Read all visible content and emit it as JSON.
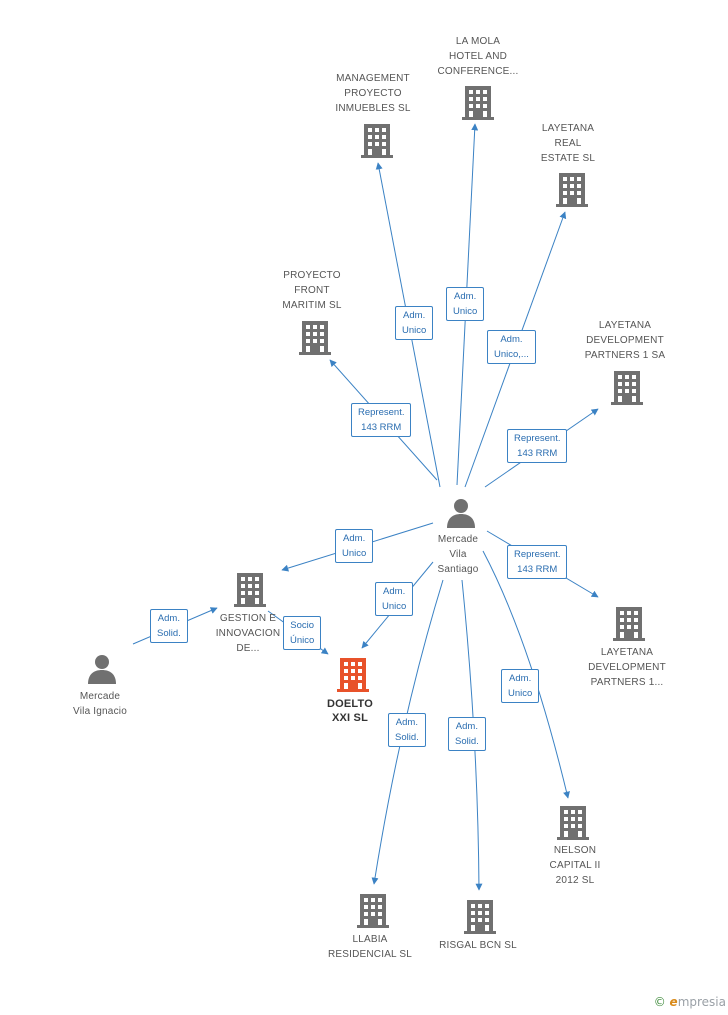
{
  "colors": {
    "company": "#707070",
    "focus_company": "#e8522a",
    "person": "#707070",
    "edge": "#3b82c4"
  },
  "nodes": {
    "center_person": {
      "label": "Mercade\nVila\nSantiago",
      "icon": "person-icon"
    },
    "ignacio": {
      "label": "Mercade\nVila Ignacio",
      "icon": "person-icon"
    },
    "doelto": {
      "label": "DOELTO\nXXI SL",
      "icon": "building-icon"
    },
    "la_mola": {
      "label": "LA MOLA\nHOTEL AND\nCONFERENCE...",
      "icon": "building-icon"
    },
    "management": {
      "label": "MANAGEMENT\nPROYECTO\nINMUEBLES SL",
      "icon": "building-icon"
    },
    "layetana_real": {
      "label": "LAYETANA\nREAL\nESTATE  SL",
      "icon": "building-icon"
    },
    "proyecto_front": {
      "label": "PROYECTO\nFRONT\nMARITIM  SL",
      "icon": "building-icon"
    },
    "layetana_dev_sa": {
      "label": "LAYETANA\nDEVELOPMENT\nPARTNERS 1 SA",
      "icon": "building-icon"
    },
    "gestion": {
      "label": "GESTION E\nINNOVACION\nDE...",
      "icon": "building-icon"
    },
    "layetana_dev_1": {
      "label": "LAYETANA\nDEVELOPMENT\nPARTNERS 1...",
      "icon": "building-icon"
    },
    "nelson": {
      "label": "NELSON\nCAPITAL II\n2012 SL",
      "icon": "building-icon"
    },
    "llabia": {
      "label": "LLABIA\nRESIDENCIAL SL",
      "icon": "building-icon"
    },
    "risgal": {
      "label": "RISGAL BCN SL",
      "icon": "building-icon"
    }
  },
  "edges": {
    "management": "Adm.\nUnico",
    "la_mola": "Adm.\nUnico",
    "layetana_real": "Adm.\nUnico,...",
    "proyecto_front": "Represent.\n143 RRM",
    "layetana_dev_sa": "Represent.\n143 RRM",
    "gestion": "Adm.\nUnico",
    "layetana_dev_1": "Represent.\n143 RRM",
    "doelto": "Adm.\nUnico",
    "nelson": "Adm.\nUnico",
    "llabia": "Adm.\nSolid.",
    "risgal": "Adm.\nSolid.",
    "ignacio_gestion": "Adm.\nSolid.",
    "gestion_doelto": "Socio\nÚnico"
  },
  "brand": {
    "copyright": "©",
    "name_initial": "e",
    "name_rest": "mpresia"
  }
}
